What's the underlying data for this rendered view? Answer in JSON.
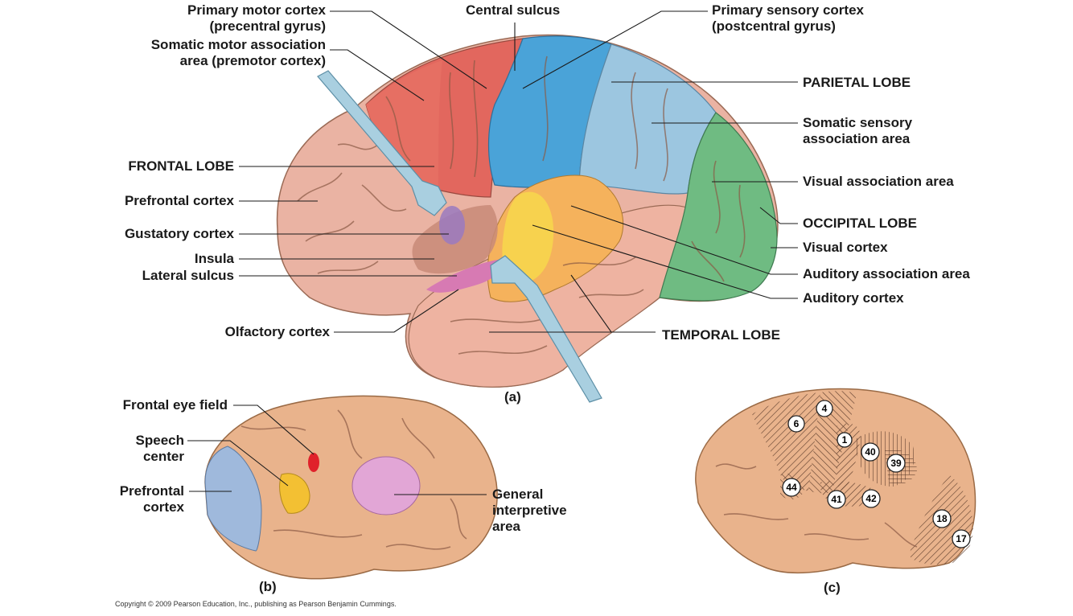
{
  "panel_a": {
    "caption": "(a)",
    "labels": {
      "primary_motor": [
        "Primary motor cortex",
        "(precentral gyrus)"
      ],
      "somatic_motor_assoc": [
        "Somatic motor association",
        "area (premotor cortex)"
      ],
      "frontal_lobe": "FRONTAL LOBE",
      "prefrontal": "Prefrontal cortex",
      "gustatory": "Gustatory cortex",
      "insula": "Insula",
      "lateral_sulcus": "Lateral sulcus",
      "olfactory": "Olfactory cortex",
      "central_sulcus": "Central sulcus",
      "primary_sensory": [
        "Primary sensory cortex",
        "(postcentral gyrus)"
      ],
      "parietal_lobe": "PARIETAL LOBE",
      "somatic_sensory_assoc": [
        "Somatic sensory",
        "association area"
      ],
      "visual_assoc": "Visual association area",
      "occipital_lobe": "OCCIPITAL LOBE",
      "visual_cortex": "Visual cortex",
      "auditory_assoc": "Auditory association area",
      "auditory_cortex": "Auditory cortex",
      "temporal_lobe": "TEMPORAL LOBE"
    }
  },
  "panel_b": {
    "caption": "(b)",
    "labels": {
      "frontal_eye_field": "Frontal eye field",
      "speech_center": [
        "Speech",
        "center"
      ],
      "prefrontal": [
        "Prefrontal",
        "cortex"
      ],
      "general_interpretive": [
        "General",
        "interpretive",
        "area"
      ]
    }
  },
  "panel_c": {
    "caption": "(c)",
    "brodmann_areas": [
      "6",
      "4",
      "1",
      "40",
      "39",
      "44",
      "41",
      "42",
      "18",
      "17"
    ]
  },
  "copyright": "Copyright © 2009 Pearson Education, Inc., publishing as Pearson Benjamin Cummings.",
  "colors": {
    "frontal": "#eab3a3",
    "primary_motor": "#e2675e",
    "primary_sensory": "#4aa3d8",
    "parietal": "#9cc6e0",
    "occipital": "#6fbb82",
    "auditory_assoc": "#f5b25c",
    "auditory_cortex": "#f7d24e",
    "gustatory": "#9a7ac0",
    "olfactory": "#d77ab3",
    "brain_b": "#e9b38c",
    "prefrontal_b": "#9fb9dc",
    "speech_b": "#f3c033",
    "eye_field_b": "#e0212a",
    "interpretive_b": "#e2a6d6"
  }
}
